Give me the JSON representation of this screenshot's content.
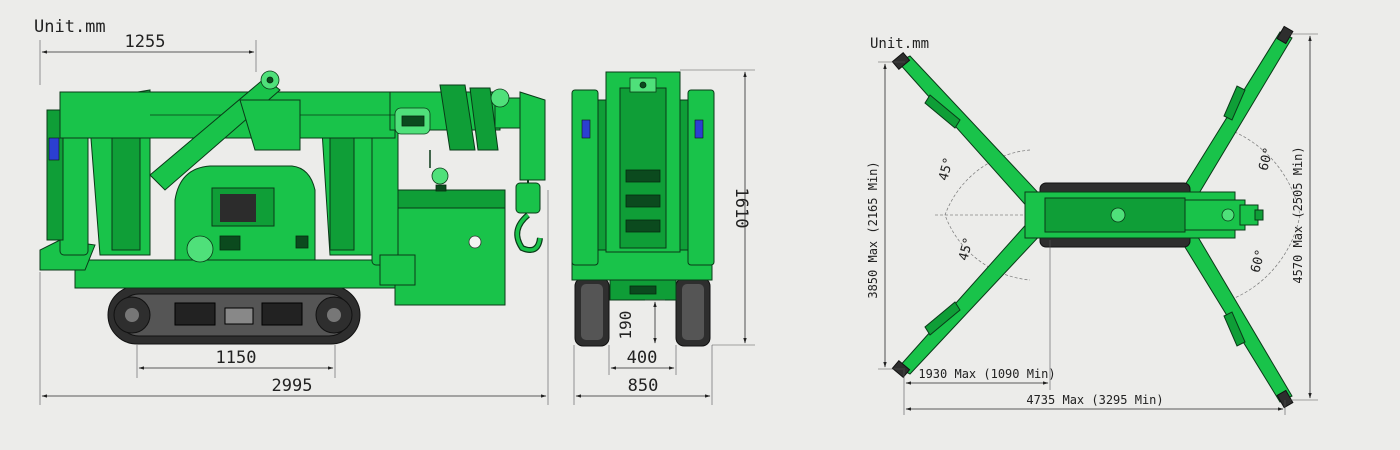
{
  "side_view": {
    "unit_label": "Unit.mm",
    "dim_boom_offset": "1255",
    "dim_track_contact": "1150",
    "dim_overall_length": "2995"
  },
  "front_view": {
    "dim_height": "1610",
    "dim_ground_clearance": "190",
    "dim_track_gauge": "400",
    "dim_width": "850"
  },
  "top_view": {
    "unit_label": "Unit.mm",
    "angle_front_upper": "45°",
    "angle_front_lower": "45°",
    "angle_rear_upper": "60°",
    "angle_rear_lower": "60°",
    "dim_front_span_vertical": "3850 Max (2165 Min)",
    "dim_rear_span_vertical": "4570 Max (2505 Min)",
    "dim_front_reach": "1930 Max (1090 Min)",
    "dim_total_span": "4735 Max (3295 Min)"
  },
  "colors": {
    "machine_green": "#19c34a",
    "outline_dark": "#0a3a18",
    "background": "#ececea",
    "track_black": "#2e2e2e"
  }
}
